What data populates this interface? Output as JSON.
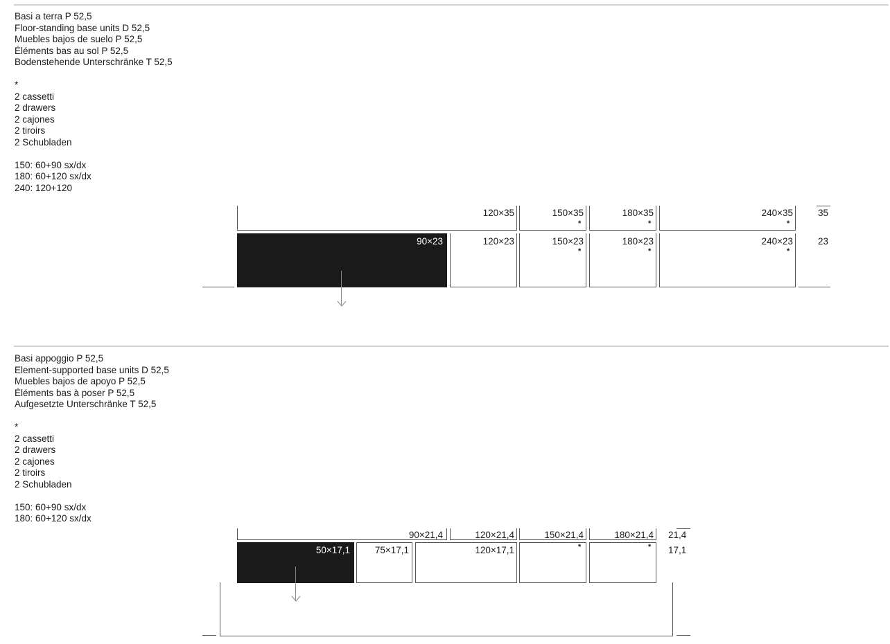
{
  "section1": {
    "title_lines": [
      "Basi a terra P 52,5",
      "Floor-standing base units D 52,5",
      "Muebles bajos de suelo P 52,5",
      "Éléments bas au sol P 52,5",
      "Bodenstehende Unterschränke T 52,5"
    ],
    "note_marker": "*",
    "drawer_lines": [
      "2 cassetti",
      "2 drawers",
      "2 cajones",
      "2 tiroirs",
      "2 Schubladen"
    ],
    "config_lines": [
      "150: 60+90 sx/dx",
      "180: 60+120 sx/dx",
      "240: 120+120"
    ],
    "diagram": {
      "top_row": {
        "labels": [
          "120×35",
          "150×35",
          "180×35",
          "240×35"
        ],
        "stars": [
          "*",
          "*",
          "*"
        ],
        "height_label": "35"
      },
      "bottom_row": {
        "highlight_label": "90×23",
        "labels": [
          "120×23",
          "150×23",
          "180×23",
          "240×23"
        ],
        "stars": [
          "*",
          "*",
          "*"
        ],
        "height_label": "23"
      }
    }
  },
  "section2": {
    "title_lines": [
      "Basi appoggio P 52,5",
      "Element-supported base units D 52,5",
      "Muebles bajos de apoyo P 52,5",
      "Éléments bas à poser P 52,5",
      "Aufgesetzte Unterschränke T 52,5"
    ],
    "note_marker": "*",
    "drawer_lines": [
      "2 cassetti",
      "2 drawers",
      "2 cajones",
      "2 tiroirs",
      "2 Schubladen"
    ],
    "config_lines": [
      "150: 60+90 sx/dx",
      "180: 60+120 sx/dx"
    ],
    "diagram": {
      "top_row": {
        "labels": [
          "90×21,4",
          "120×21,4",
          "150×21,4",
          "180×21,4"
        ],
        "height_label": "21,4"
      },
      "bottom_row": {
        "highlight_label": "50×17,1",
        "labels": [
          "75×17,1",
          "120×17,1"
        ],
        "stars": [
          "*",
          "*"
        ],
        "height_label": "17,1"
      }
    }
  },
  "colors": {
    "ink": "#1a1a1a",
    "rule": "#cfcfcf",
    "line": "#555555",
    "paper": "#ffffff"
  }
}
